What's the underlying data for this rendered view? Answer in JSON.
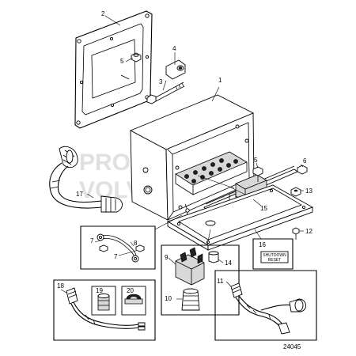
{
  "callouts": {
    "c1": "1",
    "c2": "2",
    "c3": "3",
    "c4": "4",
    "c5a": "5",
    "c5b": "5",
    "c6": "6",
    "c7a": "7",
    "c7b": "7",
    "c8": "8",
    "c9": "9",
    "c10": "10",
    "c11": "11",
    "c12": "12",
    "c13": "13",
    "c14": "14",
    "c15": "15",
    "c16": "16",
    "c17": "17",
    "c18": "18",
    "c19": "19",
    "c20": "20"
  },
  "shutdown_label": {
    "line1": "SHUTDOWN",
    "line2": "RESET"
  },
  "drawing_number": "24045",
  "watermark": {
    "line1": "PROPERTY OF",
    "line2": "VOLVO PENTA"
  }
}
